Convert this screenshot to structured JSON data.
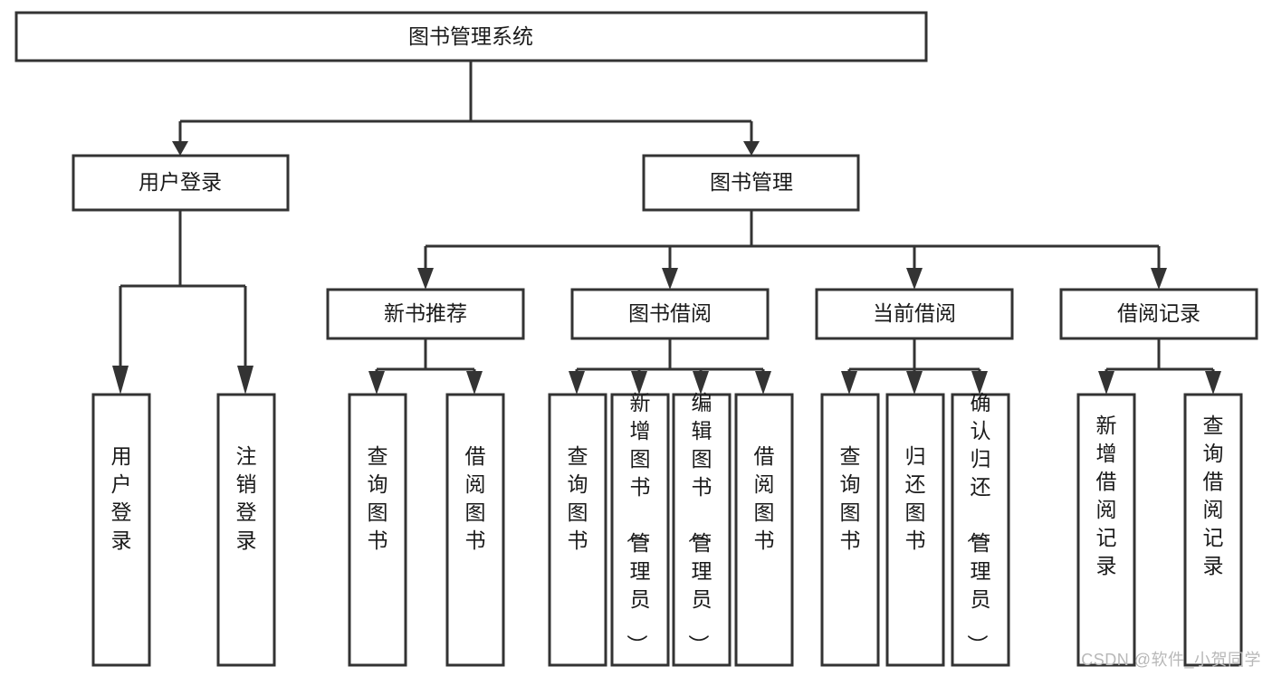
{
  "diagram": {
    "type": "tree-hierarchy",
    "title": "图书管理系统",
    "watermark": "CSDN @软件_小贺同学",
    "colors": {
      "stroke": "#333333",
      "fill": "#ffffff",
      "text": "#1a1a1a",
      "watermark": "#b8b8b8"
    },
    "root": {
      "label": "图书管理系统"
    },
    "level2": [
      {
        "label": "用户登录"
      },
      {
        "label": "图书管理"
      }
    ],
    "level3": [
      {
        "label": "新书推荐"
      },
      {
        "label": "图书借阅"
      },
      {
        "label": "当前借阅"
      },
      {
        "label": "借阅记录"
      }
    ],
    "leaves": {
      "user_login": [
        {
          "label": "用户登录"
        },
        {
          "label": "注销登录"
        }
      ],
      "new_book_recommend": [
        {
          "label": "查询图书"
        },
        {
          "label": "借阅图书"
        }
      ],
      "book_borrow": [
        {
          "label": "查询图书"
        },
        {
          "label": "新增图书（管理员）"
        },
        {
          "label": "编辑图书（管理员）"
        },
        {
          "label": "借阅图书"
        }
      ],
      "current_borrow": [
        {
          "label": "查询图书"
        },
        {
          "label": "归还图书"
        },
        {
          "label": "确认归还（管理员）"
        }
      ],
      "borrow_records": [
        {
          "label": "新增借阅记录"
        },
        {
          "label": "查询借阅记录"
        }
      ]
    }
  }
}
